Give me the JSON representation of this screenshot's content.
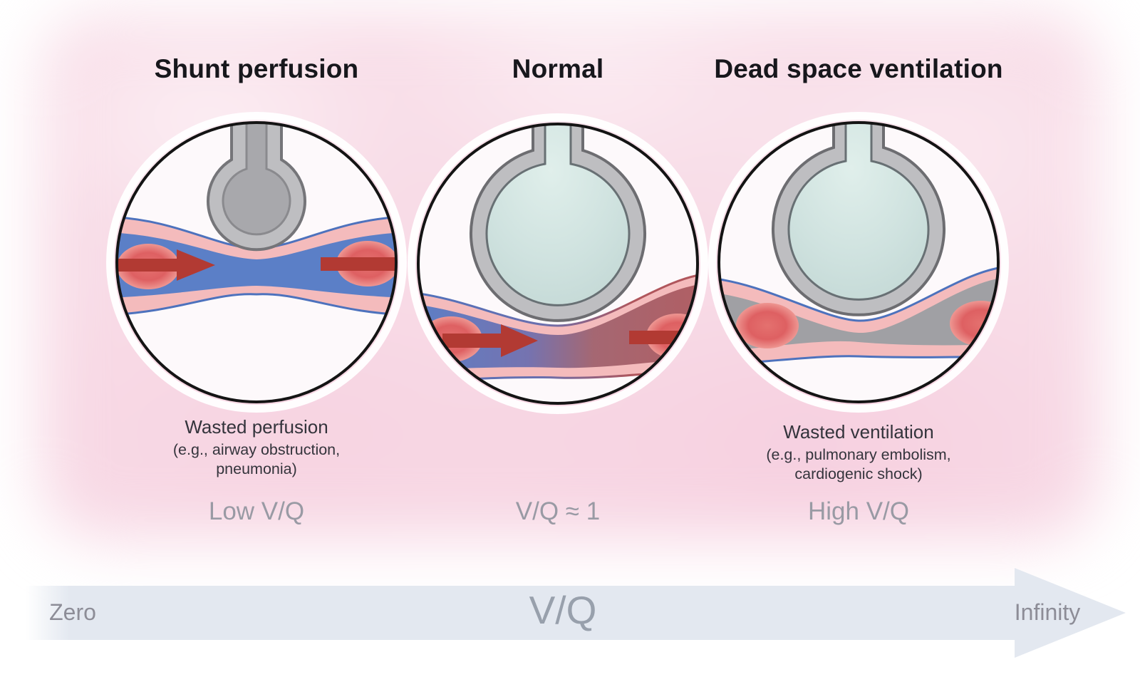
{
  "panels": [
    {
      "title": "Shunt perfusion",
      "caption": "Wasted perfusion",
      "example_line1": "(e.g., airway obstruction,",
      "example_line2": "pneumonia)",
      "vq_label": "Low V/Q"
    },
    {
      "title": "Normal",
      "vq_label": "V/Q ≈ 1"
    },
    {
      "title": "Dead space ventilation",
      "caption": "Wasted ventilation",
      "example_line1": "(e.g., pulmonary embolism,",
      "example_line2": "cardiogenic shock)",
      "vq_label": "High V/Q"
    }
  ],
  "axis": {
    "start_label": "Zero",
    "title": "V/Q",
    "end_label": "Infinity"
  },
  "colors": {
    "background_pink": "#f8dce7",
    "vessel_wall_pink": "#f4bbbc",
    "deoxygenated_blue": "#5b7fc7",
    "oxygenated_red": "#b15e63",
    "blocked_gray": "#a0a0a4",
    "alveolus_wall_gray": "#bebec1",
    "air_teal": "#d5e6e3",
    "flow_arrow_red": "#b23a33",
    "axis_arrow_gray": "#e3e8f0"
  }
}
